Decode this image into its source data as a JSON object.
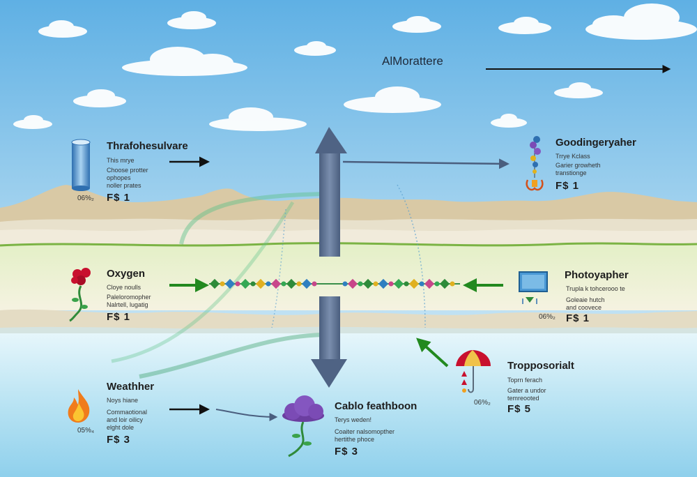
{
  "header_label": "AlMorattere",
  "nodes": {
    "thrafo": {
      "title": "Thrafohesulvare",
      "l1": "This mrye",
      "l2": "Choose protter",
      "l3": "ophopes",
      "l4": "noller prates",
      "small": "06%₂",
      "value": "F$ 1"
    },
    "oxygen": {
      "title": "Oxygen",
      "l1": "Cloye noulls",
      "l2": "Paleloromopher",
      "l3": "Nalrtell, lugatig",
      "value": "F$ 1"
    },
    "weather": {
      "title": "Weathher",
      "l1": "Noys hiane",
      "l2": "Commaotional",
      "l3": "and loir oilicy",
      "l4": "elght dole",
      "small": "05%₄",
      "value": "F$ 3"
    },
    "cablo": {
      "title": "Cablo feathboon",
      "l1": "Terys weden!",
      "l2": "Coaiter nalsomopther",
      "l3": "hertithe phoce",
      "value": "F$ 3"
    },
    "goodinger": {
      "title": "Goodingeryaher",
      "l1": "Trrye Kclass",
      "l2": "Garier growheth",
      "l3": "transtionge",
      "value": "F$ 1"
    },
    "photoyapher": {
      "title": "Photoyapher",
      "l1": "Trupla k tohcerooo te",
      "l2": "Goleaie hutch",
      "l3": "and coovece",
      "small": "06%₂",
      "value": "F$ 1"
    },
    "tropposorialt": {
      "title": "Tropposorialt",
      "l1": "Toprn ferach",
      "l2": "Gater a undor",
      "l3": "temreooted",
      "small": "06%₂",
      "value": "F$ 5"
    }
  }
}
